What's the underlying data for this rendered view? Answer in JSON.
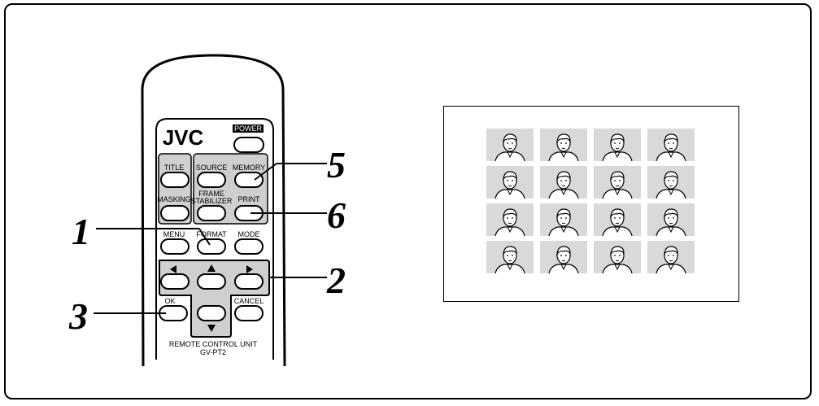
{
  "remote": {
    "brand": "JVC",
    "model_line1": "REMOTE CONTROL UNIT",
    "model_line2": "GV-PT2",
    "buttons": {
      "power": "POWER",
      "title": "TITLE",
      "source": "SOURCE",
      "memory": "MEMORY",
      "masking": "MASKING",
      "frame_stabilizer_line1": "FRAME",
      "frame_stabilizer_line2": "STABILIZER",
      "print": "PRINT",
      "menu": "MENU",
      "format": "FORMAT",
      "mode": "MODE",
      "ok": "OK",
      "cancel": "CANCEL"
    }
  },
  "callouts": {
    "one": "1",
    "two": "2",
    "three": "3",
    "five": "5",
    "six": "6"
  },
  "print_preview": {
    "rows": 4,
    "columns": 4
  }
}
